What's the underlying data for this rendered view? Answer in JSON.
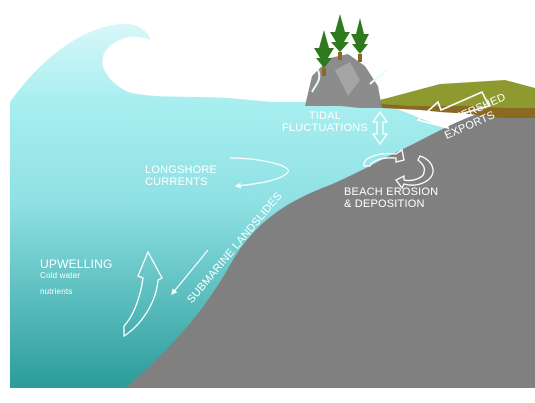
{
  "labels": {
    "tidal": "TIDAL\nFLUCTUATIONS",
    "longshore": "LONGSHORE\nCURRENTS",
    "beach": "BEACH EROSION\n& DEPOSITION",
    "watershed": "WATERSHED\nEXPORTS",
    "landslides": "SUBMARINE LANDSLIDES",
    "upwelling_title": "UPWELLING",
    "upwelling_line1": "Cold water",
    "upwelling_line2": "nutrients"
  },
  "colors": {
    "water_light": "#a8eef0",
    "water_deep": "#2b9c9a",
    "wave": "#b9f1f3",
    "seabed": "#808080",
    "land_grass": "#8e9a2f",
    "land_soil": "#8a6a22",
    "rock": "#8c8c8c",
    "tree": "#2f7a1f",
    "arrow": "#ffffff"
  }
}
